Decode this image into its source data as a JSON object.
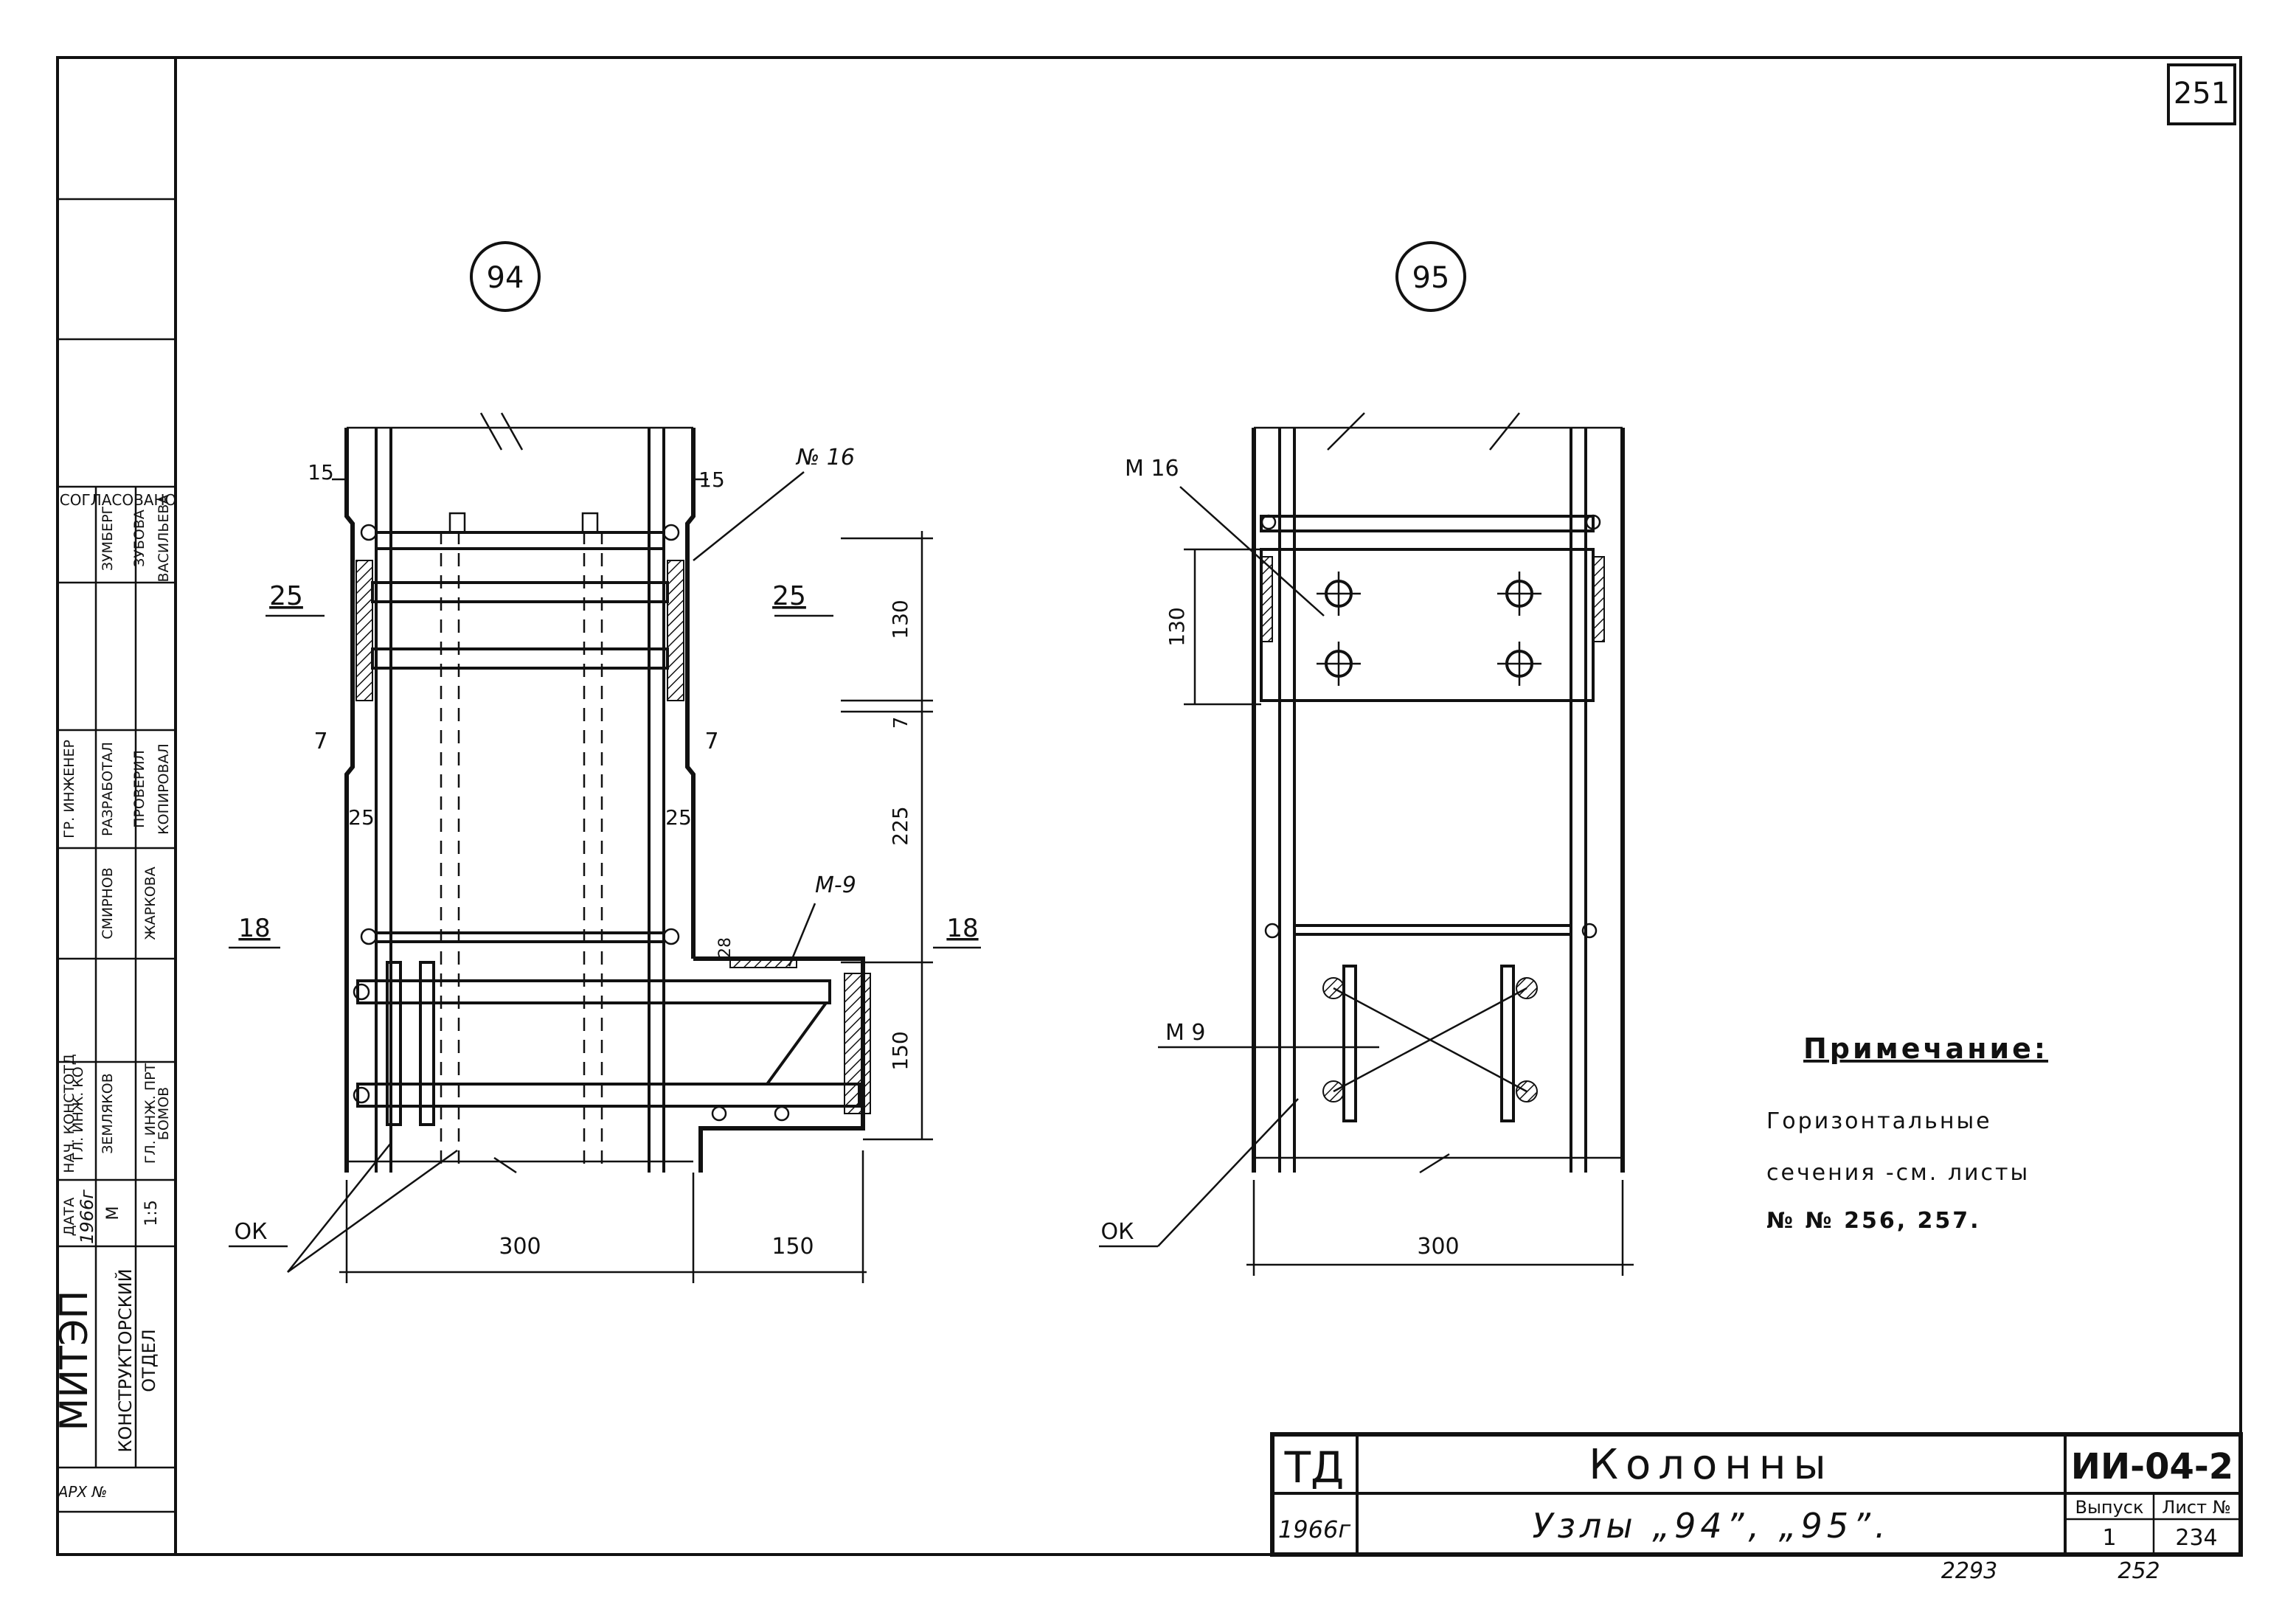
{
  "sheet": {
    "sheet_number": "251",
    "scale_bottom": [
      "2293",
      "252"
    ]
  },
  "left_strip": {
    "approval_header": "СОГЛАСОВАНО",
    "org": "МИТЭП",
    "dept_line1": "КОНСТРУКТОРСКИЙ",
    "dept_line2": "ОТДЕЛ",
    "date_label": "ДАТА",
    "date_value": "1966г",
    "scale_label": "М",
    "scale_value": "1:5",
    "inv_label": "АРХ №",
    "roles": [
      {
        "role": "НАЧ. КОНСТОТД",
        "name": "ЗЕМЛЯКОВ"
      },
      {
        "role": "ГЛ. ИНЖ. КО",
        "name": "СМИРНОВ"
      },
      {
        "role": "ГЛ. ИНЖ. ПРТ",
        "name": "БОМОВ"
      },
      {
        "role": "ГР. ИНЖЕНЕР",
        "name": "ЖАРКОВА"
      },
      {
        "role": "РАЗРАБОТАЛ",
        "name": "ЗУМБЕРГ"
      },
      {
        "role": "ПРОВЕРИЛ",
        "name": "ЗУБОВА"
      },
      {
        "role": "КОПИРОВАЛ",
        "name": "ВАСИЛЬЕВА"
      }
    ]
  },
  "node94": {
    "label": "94",
    "dims": {
      "top_left": "15",
      "top_right": "15",
      "left_25": "25",
      "right_25": "25",
      "left_7": "7",
      "right_7": "7",
      "left_small_25": "25",
      "right_small_25": "25",
      "left_18": "18",
      "right_18": "18",
      "v130": "130",
      "v7": "7",
      "v225": "225",
      "v150": "150",
      "v28": "28",
      "h300": "300",
      "h150": "150"
    },
    "callouts": {
      "n16": "№ 16",
      "m9": "М-9",
      "ok": "ОК"
    }
  },
  "node95": {
    "label": "95",
    "dims": {
      "v130": "130",
      "h300": "300"
    },
    "callouts": {
      "m16": "М 16",
      "m9": "М 9",
      "ok": "ОК"
    }
  },
  "note": {
    "title": "Примечание:",
    "line1": "Горизонтальные",
    "line2": "сечения -см. листы",
    "line3": "№ № 256, 257."
  },
  "title_block": {
    "org": "ТД",
    "year": "1966г",
    "title": "Колонны",
    "subtitle": "Узлы „94”, „95”.",
    "code": "ИИ-04-2",
    "issue_label": "Выпуск",
    "issue_value": "1",
    "sheet_label": "Лист №",
    "sheet_value": "234"
  }
}
